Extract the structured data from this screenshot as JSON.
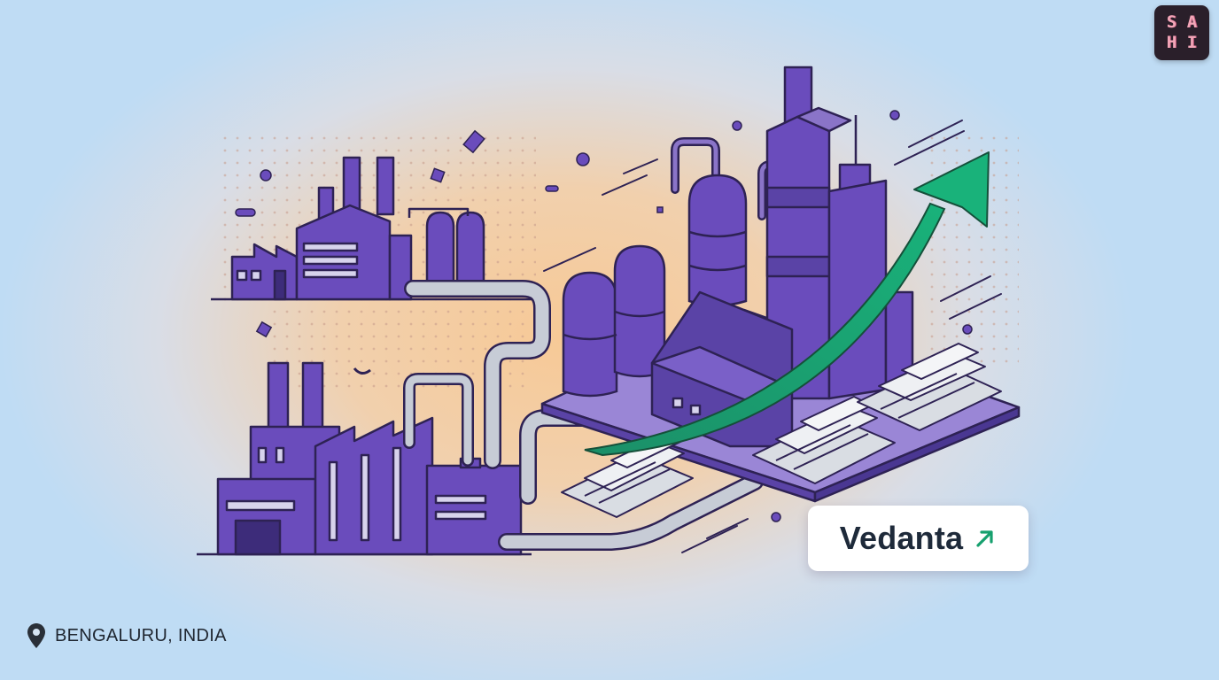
{
  "logo": {
    "letters": [
      "S",
      "A",
      "H",
      "I"
    ]
  },
  "company_tag": {
    "label": "Vedanta",
    "trend_icon": "arrow-up-right-icon",
    "trend_color": "#16a06e"
  },
  "location": {
    "icon": "map-pin-icon",
    "label": "BENGALURU, INDIA"
  },
  "colors": {
    "industry_purple": "#6a4cbc",
    "industry_outline": "#2e2254",
    "growth_arrow": "#14a473",
    "metal_bars": "#d9dde3",
    "pipes": "#c7ccd6"
  }
}
